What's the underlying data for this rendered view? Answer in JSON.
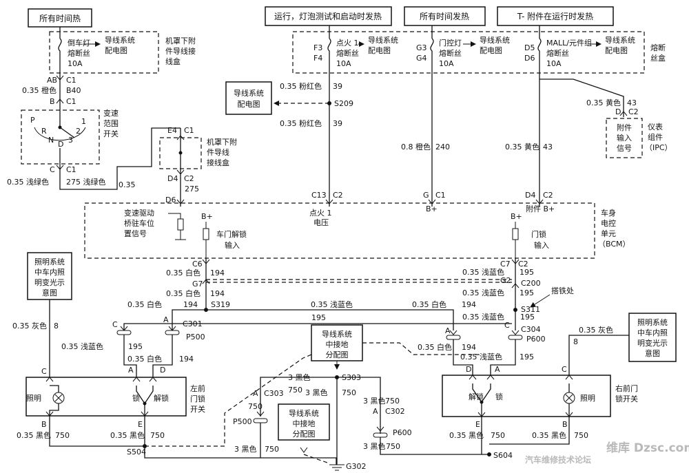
{
  "headers": {
    "hot_at_all_times_left": "所有时间热",
    "run_bulb_test_start": "运行，灯泡测试和启动时发热",
    "hot_at_all_times_right": "所有时间发热",
    "accessory_hot_run": "T- 附件在运行时发热"
  },
  "fuse_blocks": {
    "backup_lamp_fuse": [
      "倒车灯",
      "熔断丝",
      "10A"
    ],
    "underhood_box": [
      "机罩下附",
      "件导线接",
      "线盒"
    ],
    "ignition1_fuse": [
      "点火 1",
      "熔断丝",
      "10A"
    ],
    "door_lamp_fuse": [
      "门控灯",
      "熔断丝",
      "10A"
    ],
    "mall_fuse": [
      "MALL/元件组",
      "熔断丝",
      "10A"
    ],
    "fuse_box": [
      "熔断",
      "丝盒"
    ],
    "to_power_dist": [
      "导线系统",
      "配电图"
    ],
    "f_ids": [
      "F3",
      "F4"
    ],
    "g_ids": [
      "G3",
      "G4"
    ],
    "d_ids": [
      "D5",
      "D6"
    ]
  },
  "connectors": {
    "ab": "AB",
    "c1": "C1",
    "b": "B",
    "c": "C",
    "c2": "C2",
    "d": "D",
    "a": "A",
    "e": "E",
    "g": "G",
    "e4": "E4",
    "d4": "D4",
    "d6": "D6",
    "c13": "C13",
    "c6": "C6",
    "c7": "C7",
    "g7": "G7",
    "g2": "G2",
    "c200": "C200",
    "c301": "C301",
    "c302": "C302",
    "c303": "C303",
    "c304": "C304",
    "p500": "P500",
    "p600": "P600",
    "s209": "S209",
    "s303": "S303",
    "s311": "S311",
    "s319": "S319",
    "s504": "S504",
    "s604": "S604",
    "g302": "G302"
  },
  "wires": {
    "orange_035": "0.35 橙色",
    "b40": "B40",
    "lt_green_035": "0.35 浅绿色",
    "lt_green_275": "275 浅绿色",
    "num_035": "0.35",
    "num_275": "275",
    "pink_035": "0.35 粉红色",
    "num_39": "39",
    "orange_08": "0.8 橙色",
    "num_240": "240",
    "yellow_035": "0.35 黄色",
    "num_43": "43",
    "white_035": "0.35 白色",
    "num_194": "194",
    "lt_blue_035": "0.35 浅蓝色",
    "num_195": "195",
    "gray_035": "0.35 灰色",
    "num_8": "8",
    "black_035": "0.35 黑色",
    "num_750": "750",
    "black_3": "3 黑色",
    "ground_point": "搭铁处"
  },
  "components": {
    "prndl": {
      "letters": [
        "P",
        "R",
        "N",
        "D",
        "3",
        "2",
        "1"
      ],
      "label": [
        "变速",
        "范围",
        "开关"
      ]
    },
    "underhood_box2": [
      "机罩下附",
      "件导线",
      "接线盒"
    ],
    "power_dist_box": [
      "导线系统",
      "配电图"
    ],
    "ipc": {
      "inner": [
        "附件",
        "输入",
        "信号"
      ],
      "label": [
        "仪表",
        "组件",
        "（IPC）"
      ]
    },
    "bcm": {
      "label": [
        "车身",
        "电控",
        "单元",
        "（BCM）"
      ],
      "trans_signal": [
        "变速驱动",
        "桥驻车位",
        "置信号"
      ],
      "ign1_voltage": [
        "点火 1",
        "电压"
      ],
      "b_plus": "B+",
      "acc_b_plus": "附件 B+",
      "unlock_input": [
        "车门解锁",
        "输入"
      ],
      "lock_input": [
        "门锁",
        "输入"
      ]
    },
    "lighting_left": [
      "照明系统",
      "中车内照",
      "明变光示",
      "意图"
    ],
    "lighting_right": [
      "照明系统",
      "中车内照",
      "明变光示",
      "意图"
    ],
    "ground_dist_center": [
      "导线系统",
      "中接地",
      "分配图"
    ],
    "ground_dist_bottom": [
      "导线系统",
      "中接地",
      "分配图"
    ],
    "lf_switch": {
      "illum": "照明",
      "lock": "锁",
      "unlock": "解锁",
      "label": [
        "左前",
        "门锁",
        "开关"
      ]
    },
    "rf_switch": {
      "illum": "照明",
      "lock": "锁",
      "unlock": "解锁",
      "label": [
        "右前门",
        "锁开关"
      ]
    }
  },
  "watermark": {
    "forum": "汽车维修技术论坛",
    "logo": "维库 Dzsc.com"
  }
}
